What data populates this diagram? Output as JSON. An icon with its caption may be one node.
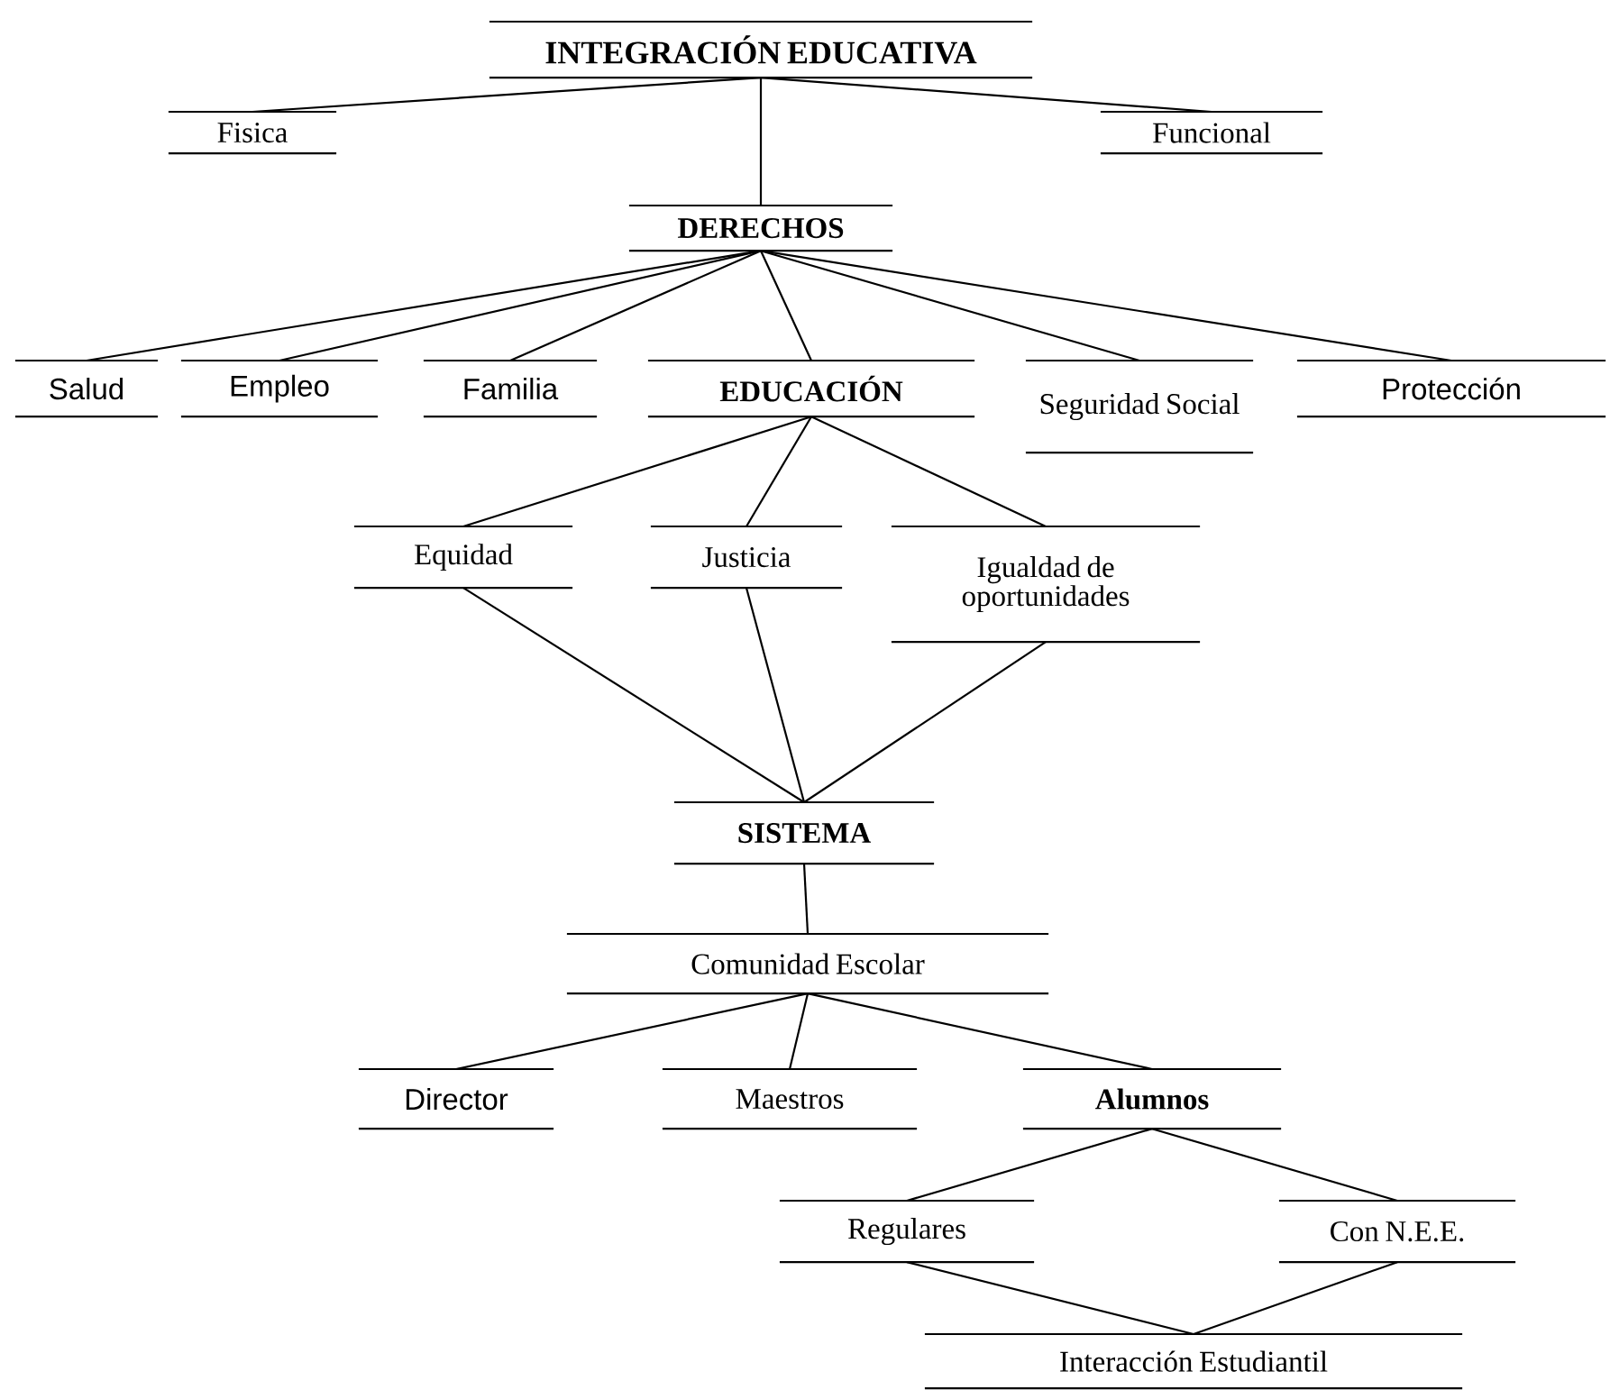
{
  "diagram": {
    "nodes": [
      {
        "text": [
          "INTEGRACIÓN EDUCATIVA"
        ]
      },
      {
        "text": [
          "Fisica"
        ]
      },
      {
        "text": [
          "Funcional"
        ]
      },
      {
        "text": [
          "DERECHOS"
        ]
      },
      {
        "text": [
          "Salud"
        ]
      },
      {
        "text": [
          "Empleo"
        ]
      },
      {
        "text": [
          "Familia"
        ]
      },
      {
        "text": [
          "EDUCACIÓN"
        ]
      },
      {
        "text": [
          "Seguridad Social"
        ]
      },
      {
        "text": [
          "Protección"
        ]
      },
      {
        "text": [
          "Equidad"
        ]
      },
      {
        "text": [
          "Justicia"
        ]
      },
      {
        "text": [
          "Igualdad de oportunidades"
        ]
      },
      {
        "text": [
          "SISTEMA"
        ]
      },
      {
        "text": [
          "Comunidad Escolar"
        ]
      },
      {
        "text": [
          "Director"
        ]
      },
      {
        "text": [
          "Maestros"
        ]
      },
      {
        "text": [
          "Alumnos"
        ]
      },
      {
        "text": [
          "Regulares"
        ]
      },
      {
        "text": [
          "Con N.E.E."
        ]
      },
      {
        "text": [
          "Interacción Estudiantil"
        ]
      }
    ],
    "edges": [
      {
        "from": 0,
        "to": 1,
        "arrow": "none"
      },
      {
        "from": 0,
        "to": 2,
        "arrow": "none"
      },
      {
        "from": 0,
        "to": 3,
        "arrow": "none"
      },
      {
        "from": 3,
        "to": 4,
        "arrow": "none"
      },
      {
        "from": 3,
        "to": 5,
        "arrow": "none"
      },
      {
        "from": 3,
        "to": 6,
        "arrow": "none"
      },
      {
        "from": 3,
        "to": 7,
        "arrow": "none"
      },
      {
        "from": 3,
        "to": 8,
        "arrow": "none"
      },
      {
        "from": 3,
        "to": 9,
        "arrow": "none"
      },
      {
        "from": 7,
        "to": 10,
        "arrow": "none"
      },
      {
        "from": 7,
        "to": 11,
        "arrow": "none"
      },
      {
        "from": 7,
        "to": 12,
        "arrow": "none"
      },
      {
        "from": 10,
        "to": 13,
        "arrow": "none"
      },
      {
        "from": 11,
        "to": 13,
        "arrow": "none"
      },
      {
        "from": 12,
        "to": 13,
        "arrow": "none"
      },
      {
        "from": 13,
        "to": 14,
        "arrow": "none"
      },
      {
        "from": 14,
        "to": 15,
        "arrow": "none"
      },
      {
        "from": 14,
        "to": 16,
        "arrow": "none"
      },
      {
        "from": 14,
        "to": 17,
        "arrow": "none"
      },
      {
        "from": 17,
        "to": 18,
        "arrow": "none"
      },
      {
        "from": 17,
        "to": 19,
        "arrow": "none"
      },
      {
        "from": 18,
        "to": 20,
        "arrow": "none"
      },
      {
        "from": 19,
        "to": 20,
        "arrow": "none"
      }
    ]
  }
}
